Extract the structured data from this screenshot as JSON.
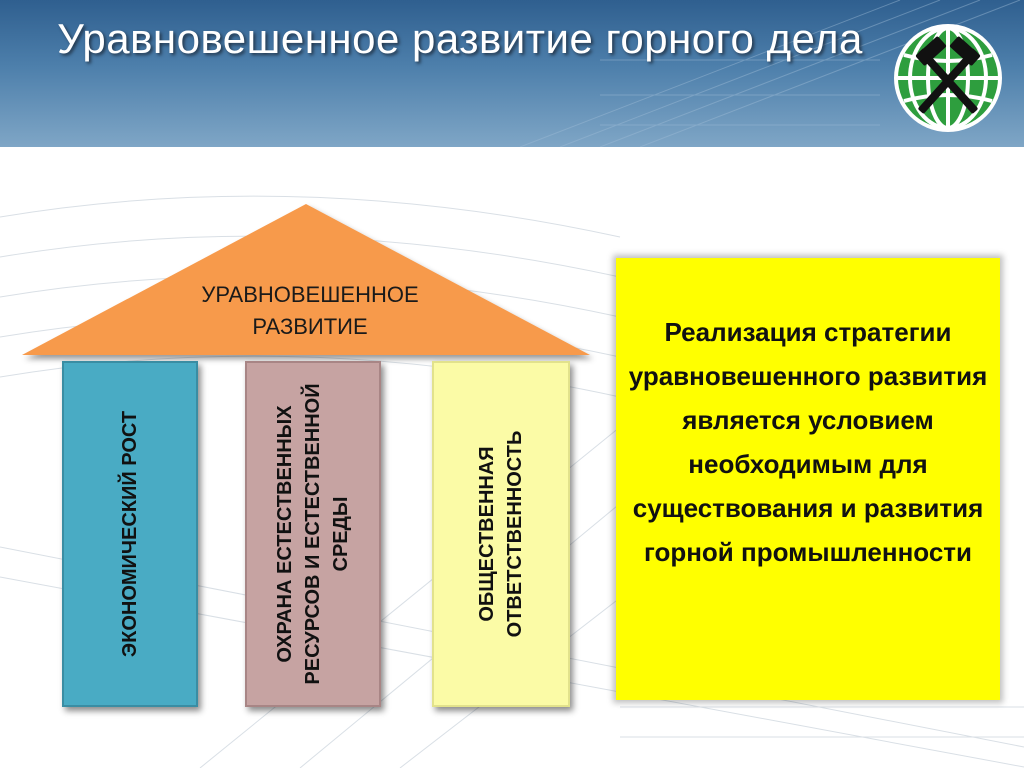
{
  "title": "Уравновешенное развитие горного дела",
  "logo": {
    "icon": "crossed-hammers-globe-icon",
    "colors": {
      "globe": "#2e9e3e",
      "hammers": "#111111"
    }
  },
  "diagram": {
    "roof": {
      "label": "УРАВНОВЕШЕННОЕ РАЗВИТИЕ",
      "color": "#f79a4c"
    },
    "pillars": [
      {
        "label": "ЭКОНОМИЧЕСКИЙ РОСТ",
        "color": "#49abc4"
      },
      {
        "label": "ОХРАНА  ЕСТЕСТВЕННЫХ РЕСУРСОВ И ЕСТЕСТВЕННОЙ СРЕДЫ",
        "color": "#c6a3a2"
      },
      {
        "label": "ОБЩЕСТВЕННАЯ ОТВЕТСТВЕННОСТЬ",
        "color": "#fbfba6"
      }
    ]
  },
  "statement": {
    "text": "Реализация стратегии уравновешенного развития  является условием необходимым  для существования и развития  горной промышленности",
    "color": "#ffff00"
  }
}
